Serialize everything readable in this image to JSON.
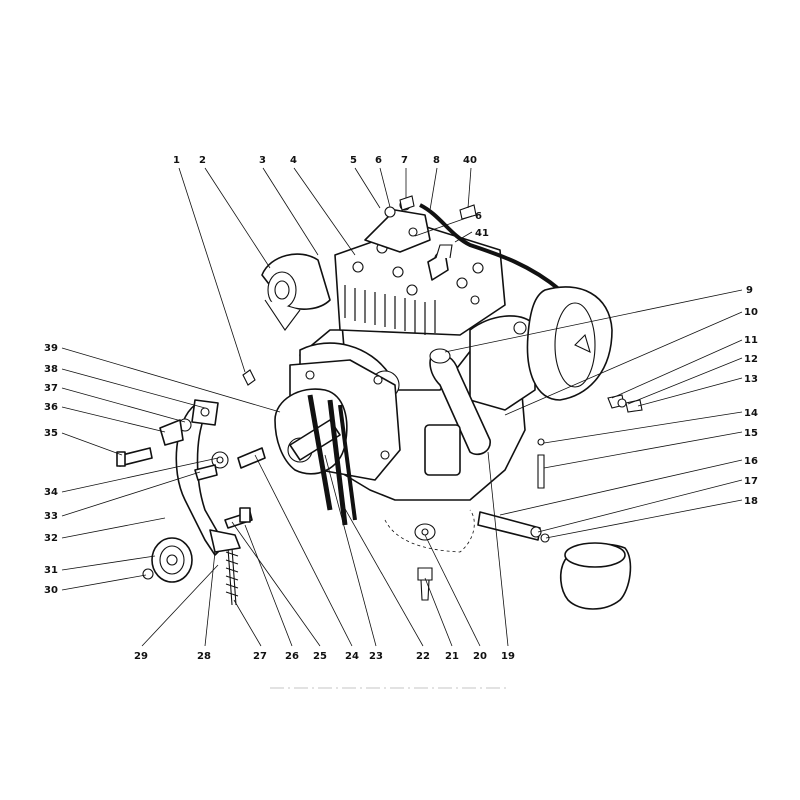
{
  "diagram": {
    "labels": {
      "top": [
        "1",
        "2",
        "3",
        "4",
        "5",
        "6",
        "7",
        "8",
        "40"
      ],
      "top_inner": [
        "6",
        "41"
      ],
      "right": [
        "9",
        "10",
        "11",
        "12",
        "13",
        "14",
        "15",
        "16",
        "17",
        "18"
      ],
      "left": [
        "39",
        "38",
        "37",
        "36",
        "35",
        "34",
        "33",
        "32",
        "31",
        "30"
      ],
      "bottom": [
        "29",
        "28",
        "27",
        "26",
        "25",
        "24",
        "23",
        "22",
        "21",
        "20",
        "19"
      ]
    }
  }
}
